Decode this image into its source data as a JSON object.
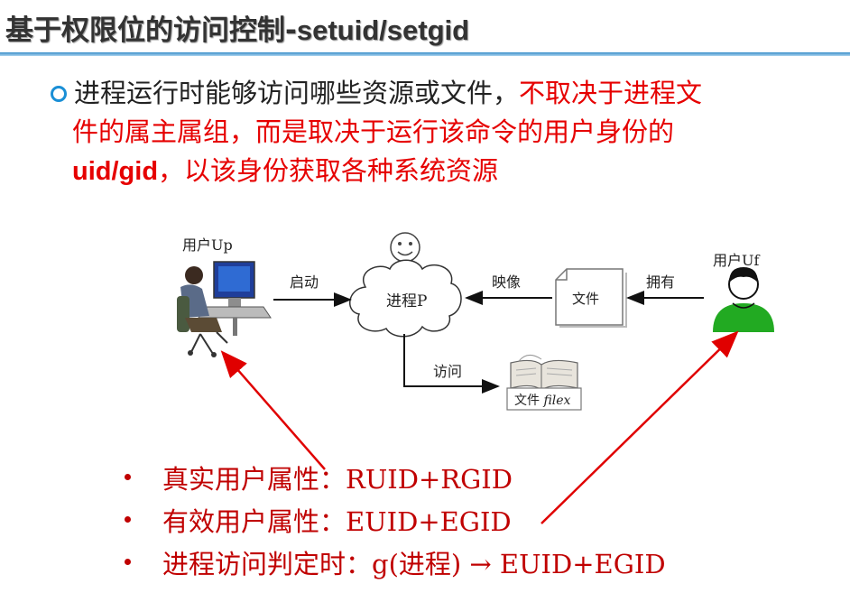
{
  "title": {
    "main": "基于权限位的访问控制",
    "dash": "-",
    "suffix": "setuid/setgid"
  },
  "intro": {
    "part1": "进程运行时能够访问哪些资源或文件，",
    "part2": "不取决于进程文",
    "part3": "件的属主属组，而是取决于运行该命令的用户身份的",
    "part4": "uid/gid",
    "part5": "，以该身份获取各种系统资源"
  },
  "diagram": {
    "user_up": "用户Up",
    "user_uf": "用户Uf",
    "launch": "启动",
    "process": "进程P",
    "map": "映像",
    "own": "拥有",
    "file": "文件",
    "access": "访问",
    "file_x": "文件",
    "file_x_name": "filex"
  },
  "attributes": [
    "真实用户属性：RUID+RGID",
    "有效用户属性：EUID+EGID",
    "进程访问判定时：g(进程) → EUID+EGID"
  ],
  "colors": {
    "red_text": "#e60000",
    "attr_text": "#c00000",
    "bullet": "#1a8fd6",
    "user_uf_body": "#22aa22"
  }
}
